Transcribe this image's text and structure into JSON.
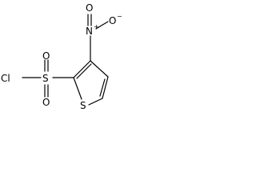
{
  "molecule": {
    "atoms": {
      "chlorine": "Cl",
      "sulfonyl_sulfur": "S",
      "oxygen_top": "O",
      "oxygen_bottom": "O",
      "ring_sulfur": "S",
      "nitro_nitrogen": "N",
      "nitro_oxygen_top": "O",
      "nitro_oxygen_right": "O"
    },
    "charges": {
      "nitro_nitrogen": "+",
      "nitro_oxygen_right": "−"
    }
  }
}
